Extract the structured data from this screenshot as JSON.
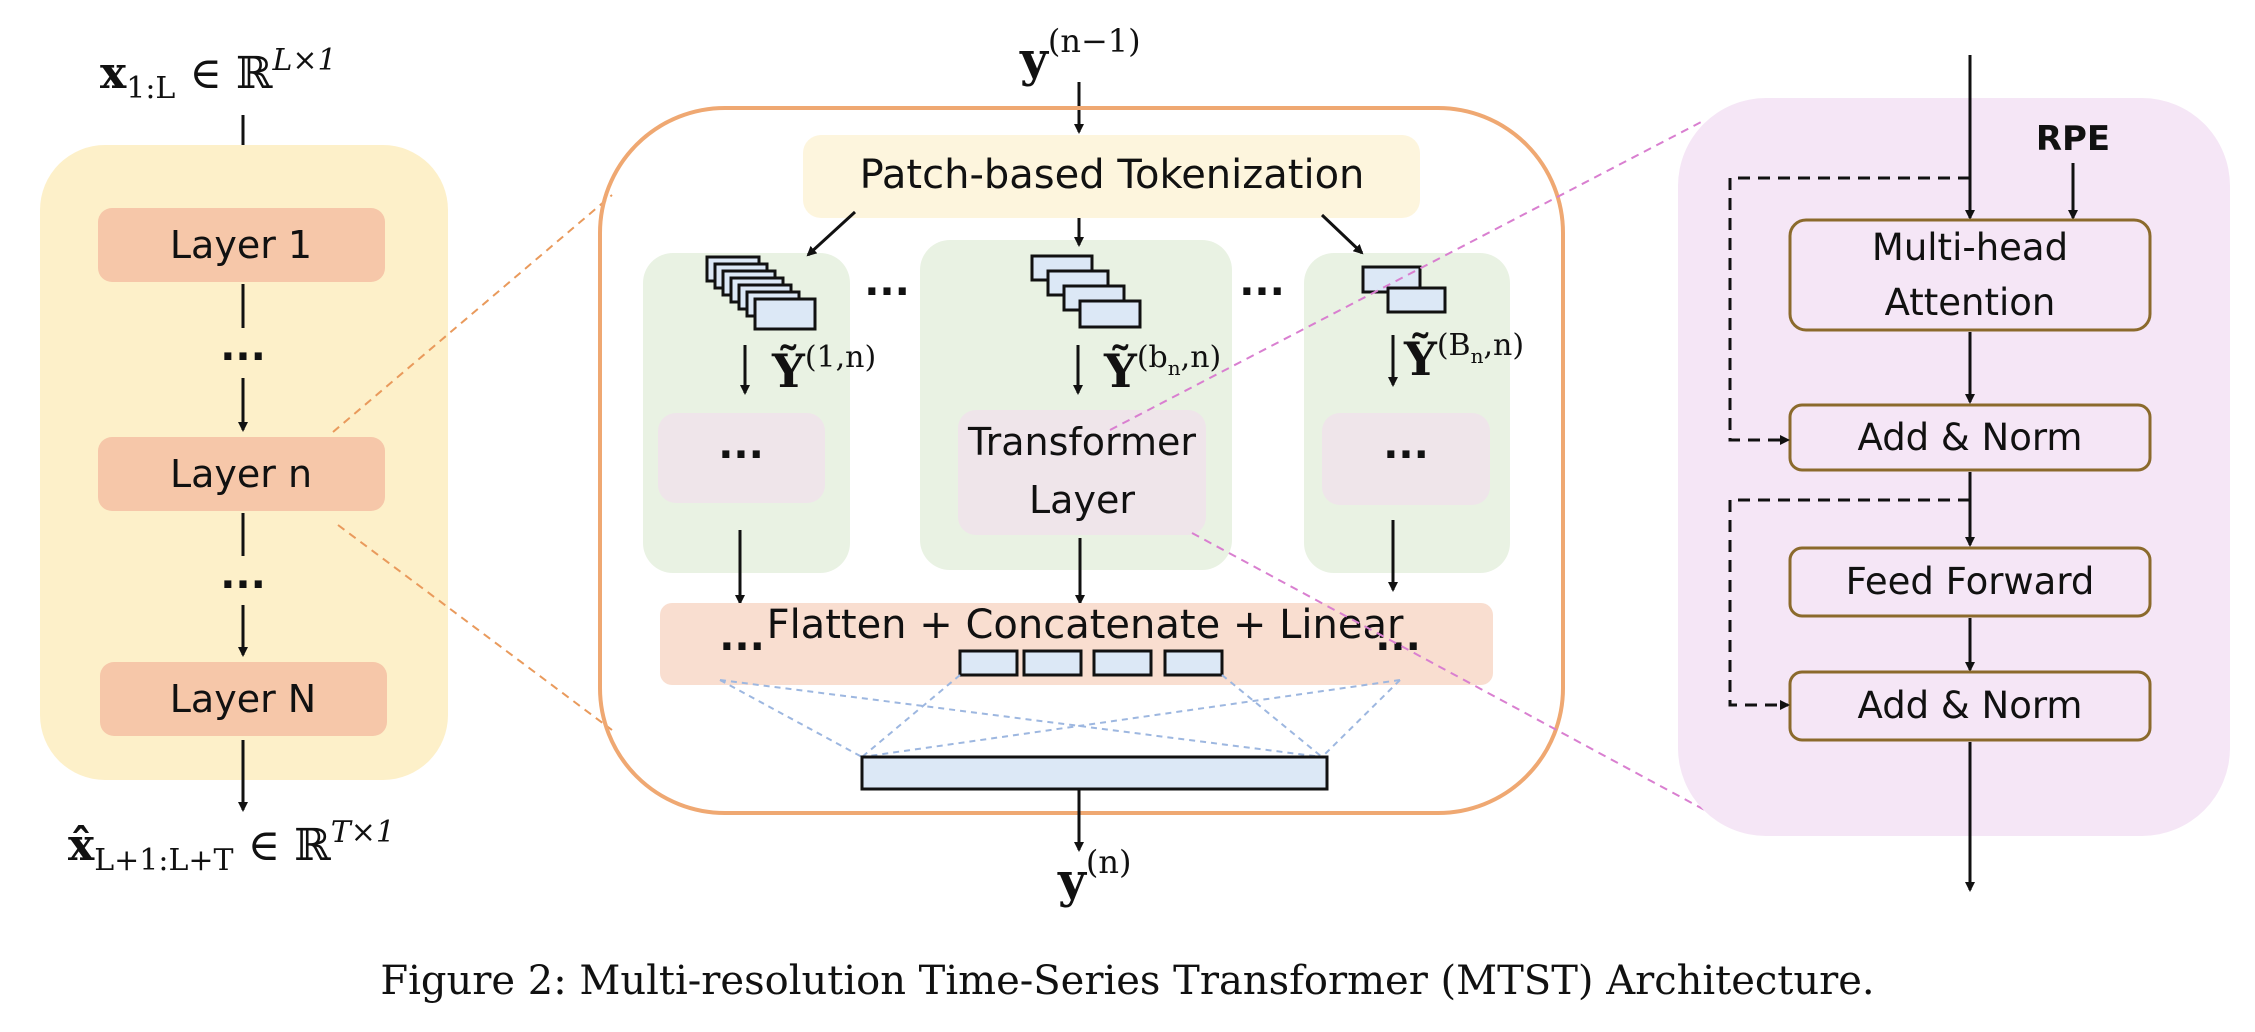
{
  "left": {
    "input_label": {
      "base": "x",
      "sub": "1:L",
      "rel": "∈ ℝ",
      "sup": "L×1"
    },
    "layers": [
      "Layer 1",
      "Layer n",
      "Layer N"
    ],
    "ellipsis": "⋮",
    "output_label": {
      "base": "x̂",
      "sub": "L+1:L+T",
      "rel": "∈ ℝ",
      "sup": "T×1"
    }
  },
  "middle": {
    "input_label": {
      "base": "y",
      "sup": "(n−1)"
    },
    "tokenization": "Patch-based Tokenization",
    "dots": "···",
    "branches": [
      {
        "token_label": {
          "base": "Ỹ",
          "sup": "(1,n)"
        },
        "block": "···"
      },
      {
        "token_label": {
          "base": "Ỹ",
          "sup": "(b",
          "sup_sub": "n",
          "sup_end": ",n)"
        },
        "block_line1": "Transformer",
        "block_line2": "Layer"
      },
      {
        "token_label": {
          "base": "Ỹ",
          "sup": "(B",
          "sup_sub": "n",
          "sup_end": ",n)"
        },
        "block": "···"
      }
    ],
    "flatten": "Flatten + Concatenate + Linear",
    "output_label": {
      "base": "y",
      "sup": "(n)"
    }
  },
  "right": {
    "rpe": "RPE",
    "attention_line1": "Multi-head",
    "attention_line2": "Attention",
    "add_norm_1": "Add & Norm",
    "feed_forward": "Feed Forward",
    "add_norm_2": "Add & Norm"
  },
  "caption": "Figure 2: Multi-resolution Time-Series Transformer (MTST) Architecture.",
  "colors": {
    "left_panel": "#fdf0c9",
    "layer_box": "#f6c7a9",
    "middle_border": "#efa872",
    "token_box": "#fdf5dd",
    "branch_bg": "#e9f2e3",
    "block_bg": "#efe5ea",
    "flatten_bg": "#f9ded0",
    "patch_fill": "#dce8f6",
    "right_panel": "#f5e6f6",
    "right_box_border": "#8b6a2c",
    "orange_dash": "#e99a5c",
    "pink_dash": "#d97fd0",
    "blue_dash": "#9db7e0"
  }
}
